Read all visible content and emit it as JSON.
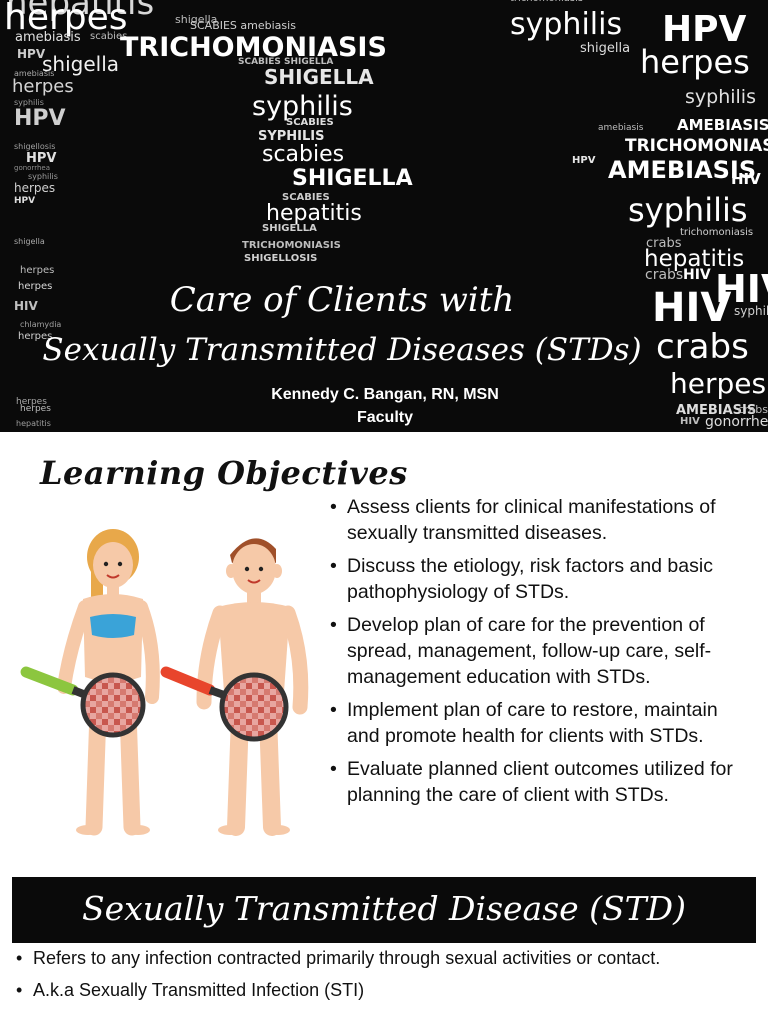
{
  "slide1": {
    "title_line1": "Care of Clients with",
    "title_line2": "Sexually Transmitted Diseases (STDs)",
    "author": "Kennedy C. Bangan, RN, MSN",
    "role": "Faculty",
    "word_cloud": {
      "left": [
        {
          "text": "hepatitis",
          "color": "#d8d8d8"
        },
        {
          "text": "herpes",
          "color": "#ffffff"
        },
        {
          "text": "shigella",
          "color": "#bcbcbc"
        },
        {
          "text": "SCABIES amebiasis",
          "color": "#cfcfcf"
        },
        {
          "text": "amebiasis",
          "color": "#e0e0e0"
        },
        {
          "text": "scabies",
          "color": "#bdbdbd"
        },
        {
          "text": "TRICHOMONIASIS",
          "color": "#ffffff"
        },
        {
          "text": "HPV",
          "color": "#cccccc"
        },
        {
          "text": "shigella",
          "color": "#f0f0f0"
        },
        {
          "text": "SCABIES SHIGELLA",
          "color": "#bdbdbd"
        },
        {
          "text": "SHIGELLA",
          "color": "#e6e6e6"
        },
        {
          "text": "amebiasis",
          "color": "#a8a8a8"
        },
        {
          "text": "herpes",
          "color": "#d4d4d4"
        },
        {
          "text": "syphilis",
          "color": "#ffffff"
        },
        {
          "text": "syphilis",
          "color": "#999999"
        },
        {
          "text": "SCABIES",
          "color": "#dddddd"
        },
        {
          "text": "HPV",
          "color": "#cfcfcf"
        },
        {
          "text": "SYPHILIS",
          "color": "#e4e4e4"
        },
        {
          "text": "scabies",
          "color": "#ffffff"
        },
        {
          "text": "shigellosis",
          "color": "#a0a0a0"
        },
        {
          "text": "HPV",
          "color": "#e0e0e0"
        },
        {
          "text": "gonorrhea",
          "color": "#8f8f8f"
        },
        {
          "text": "SHIGELLA",
          "color": "#ffffff"
        },
        {
          "text": "syphilis",
          "color": "#9c9c9c"
        },
        {
          "text": "herpes",
          "color": "#d0d0d0"
        },
        {
          "text": "SCABIES",
          "color": "#cccccc"
        },
        {
          "text": "hepatitis",
          "color": "#ffffff"
        },
        {
          "text": "HPV",
          "color": "#dddddd"
        },
        {
          "text": "SHIGELLA",
          "color": "#cfcfcf"
        },
        {
          "text": "TRICHOMONIASIS",
          "color": "#bdbdbd"
        },
        {
          "text": "shigella",
          "color": "#a8a8a8"
        },
        {
          "text": "SHIGELLOSIS",
          "color": "#d0d0d0"
        },
        {
          "text": "herpes",
          "color": "#bdbdbd"
        },
        {
          "text": "herpes",
          "color": "#d8d8d8"
        },
        {
          "text": "HIV",
          "color": "#bfbfbf"
        },
        {
          "text": "chlamydia",
          "color": "#a0a0a0"
        },
        {
          "text": "herpes",
          "color": "#cfcfcf"
        },
        {
          "text": "herpes",
          "color": "#bdbdbd"
        },
        {
          "text": "herpes",
          "color": "#a8a8a8"
        },
        {
          "text": "hepatitis",
          "color": "#9c9c9c"
        }
      ],
      "right": [
        {
          "text": "trichomoniasis",
          "color": "#bdbdbd"
        },
        {
          "text": "syphilis",
          "color": "#ffffff"
        },
        {
          "text": "HPV",
          "color": "#ffffff"
        },
        {
          "text": "shigella",
          "color": "#dddddd"
        },
        {
          "text": "herpes",
          "color": "#ffffff"
        },
        {
          "text": "syphilis",
          "color": "#e0e0e0"
        },
        {
          "text": "amebiasis",
          "color": "#bdbdbd"
        },
        {
          "text": "AMEBIASIS",
          "color": "#ffffff"
        },
        {
          "text": "TRICHOMONIASIS",
          "color": "#ffffff"
        },
        {
          "text": "HPV",
          "color": "#e6e6e6"
        },
        {
          "text": "AMEBIASIS",
          "color": "#ffffff"
        },
        {
          "text": "HIV",
          "color": "#ffffff"
        },
        {
          "text": "syphilis",
          "color": "#ffffff"
        },
        {
          "text": "trichomoniasis",
          "color": "#cfcfcf"
        },
        {
          "text": "crabs",
          "color": "#bdbdbd"
        },
        {
          "text": "hepatitis",
          "color": "#ffffff"
        },
        {
          "text": "crabs",
          "color": "#bdbdbd"
        },
        {
          "text": "HIV",
          "color": "#ffffff"
        },
        {
          "text": "HIV",
          "color": "#ffffff"
        },
        {
          "text": "HIV",
          "color": "#ffffff"
        },
        {
          "text": "syphilis",
          "color": "#cfcfcf"
        },
        {
          "text": "crabs",
          "color": "#ffffff"
        },
        {
          "text": "herpes",
          "color": "#ffffff"
        },
        {
          "text": "AMEBIASIS",
          "color": "#dddddd"
        },
        {
          "text": "crabs",
          "color": "#bdbdbd"
        },
        {
          "text": "HIV",
          "color": "#bdbdbd"
        },
        {
          "text": "gonorrhea",
          "color": "#dddddd"
        }
      ]
    }
  },
  "slide2": {
    "title": "Learning Objectives",
    "objectives": [
      "Assess clients for clinical manifestations of sexually transmitted diseases.",
      "Discuss the etiology, risk factors and basic pathophysiology of STDs.",
      "Develop plan of care for the prevention of spread, management, follow-up care, self-management education with STDs.",
      "Implement plan of care to restore, maintain and promote health for clients with STDs.",
      "Evaluate planned client outcomes utilized for planning the care of client with STDs."
    ],
    "colors": {
      "skin": "#f6c9a8",
      "hair_female": "#e8a84a",
      "hair_male": "#a0502a",
      "top": "#3aa3d8",
      "handle_green": "#8cc63f",
      "handle_red": "#e8452c"
    }
  },
  "slide3": {
    "title": "Sexually Transmitted Disease (STD)",
    "points": [
      "Refers to any infection contracted primarily through sexual activities or contact.",
      "A.k.a Sexually Transmitted Infection (STI)"
    ]
  }
}
